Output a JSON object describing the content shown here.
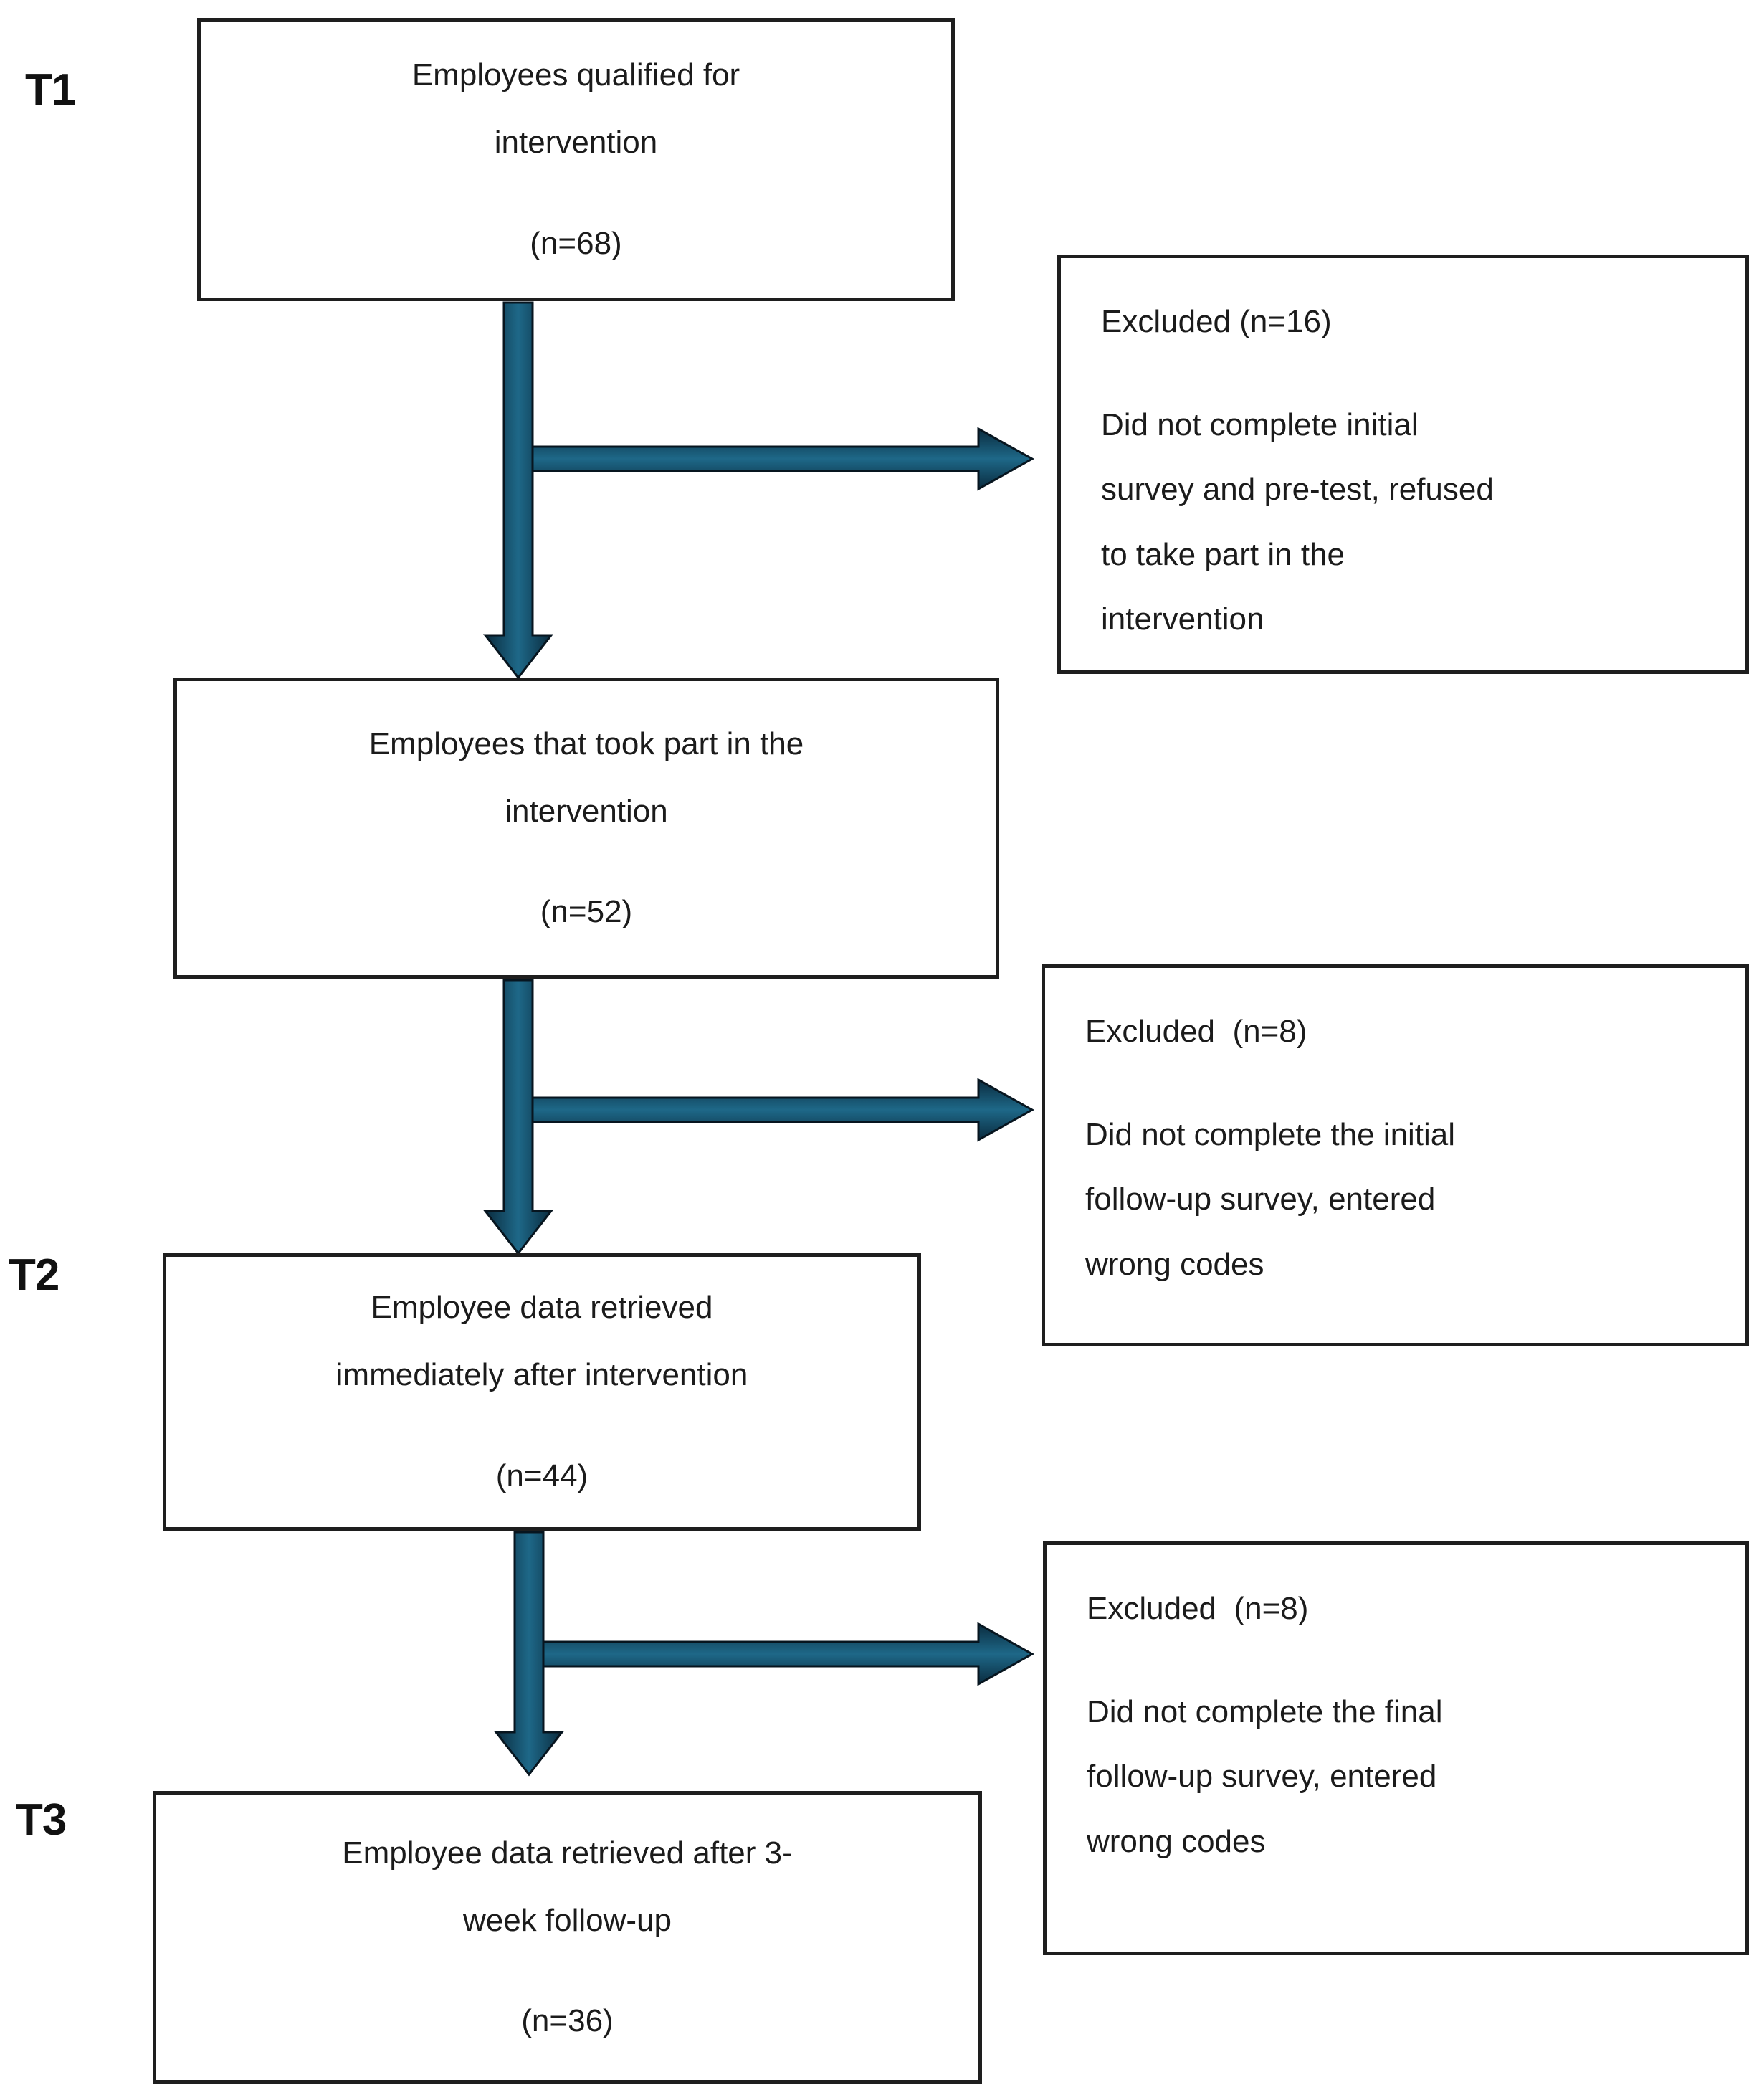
{
  "figure": {
    "type": "participant-flow-diagram",
    "phases": {
      "t1": "T1",
      "t2": "T2",
      "t3": "T3"
    },
    "boxes": {
      "box1": {
        "lines": [
          "Employees qualified for",
          "intervention"
        ],
        "n": "(n=68)"
      },
      "box2": {
        "lines": [
          "Employees that took part in the",
          "intervention"
        ],
        "n": "(n=52)"
      },
      "box3": {
        "lines": [
          "Employee data retrieved",
          "immediately after intervention"
        ],
        "n": "(n=44)"
      },
      "box4": {
        "lines": [
          "Employee data retrieved after 3-",
          "week follow-up"
        ],
        "n": "(n=36)"
      }
    },
    "exclusions": {
      "excl1": {
        "title": "Excluded (n=16)",
        "body_lines": [
          "Did not complete initial",
          "survey and pre-test, refused",
          "to take part in the",
          "intervention"
        ]
      },
      "excl2": {
        "title": "Excluded  (n=8)",
        "body_lines": [
          "Did not complete the initial",
          "follow-up survey, entered",
          "wrong codes"
        ]
      },
      "excl3": {
        "title": "Excluded  (n=8)",
        "body_lines": [
          "Did not complete the final",
          "follow-up survey, entered",
          "wrong codes"
        ]
      }
    },
    "colors": {
      "arrow_fill_center": "#1E6888",
      "arrow_fill_edge": "#0A2B3E",
      "arrow_outline": "#07151F",
      "box_border": "#1E1E1E",
      "text": "#1B1B1B",
      "background": "#FFFFFF"
    }
  }
}
